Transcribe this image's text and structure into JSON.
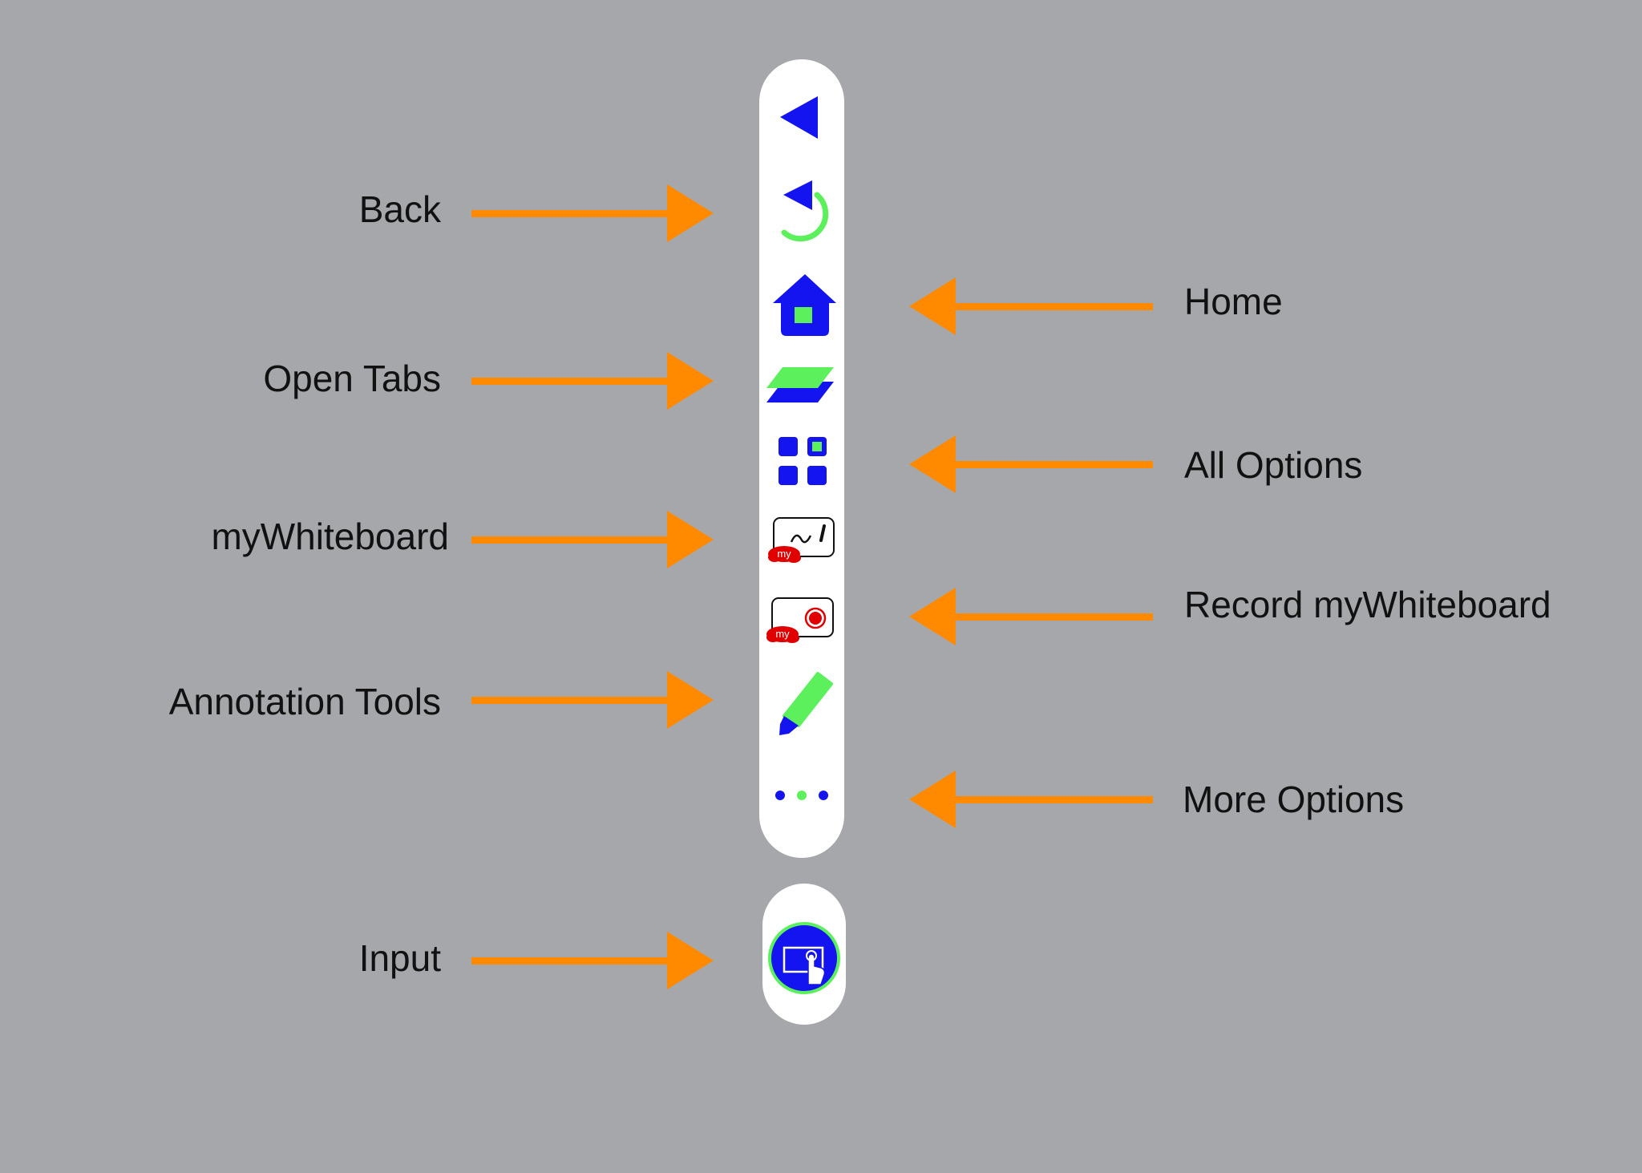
{
  "colors": {
    "background": "#a6a7ab",
    "panel": "#ffffff",
    "arrow": "#ff8a00",
    "icon_blue": "#1414f0",
    "icon_green": "#5cf05c",
    "icon_red": "#e00000",
    "label_text": "#111111"
  },
  "toolbar": {
    "icons": [
      "back-triangle-icon",
      "back-circular-icon",
      "home-icon",
      "open-tabs-icon",
      "all-options-grid-icon",
      "mywhiteboard-icon",
      "record-mywhiteboard-icon",
      "annotation-pen-icon",
      "more-options-dots-icon"
    ],
    "badge_text": "my"
  },
  "input_button": {
    "icon": "input-touch-screen-icon"
  },
  "labels": {
    "back": "Back",
    "open_tabs": "Open Tabs",
    "mywhiteboard": "myWhiteboard",
    "annotation_tools": "Annotation Tools",
    "input": "Input",
    "home": "Home",
    "all_options": "All Options",
    "record_mywhiteboard": "Record myWhiteboard",
    "more_options": "More Options"
  }
}
